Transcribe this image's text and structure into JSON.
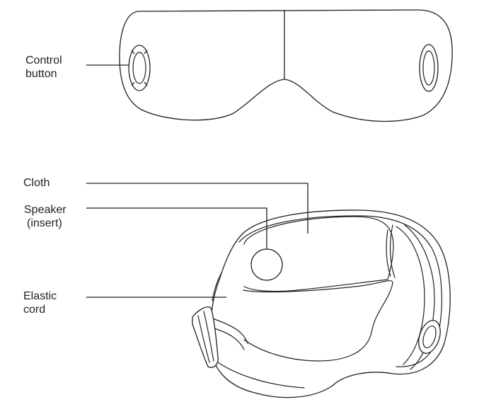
{
  "labels": {
    "control_button": [
      "Control",
      "button"
    ],
    "cloth": "Cloth",
    "speaker": [
      "Speaker",
      "(insert)"
    ],
    "elastic_cord": [
      "Elastic",
      "cord"
    ]
  },
  "colors": {
    "line": "#231f20",
    "background": "#ffffff"
  }
}
